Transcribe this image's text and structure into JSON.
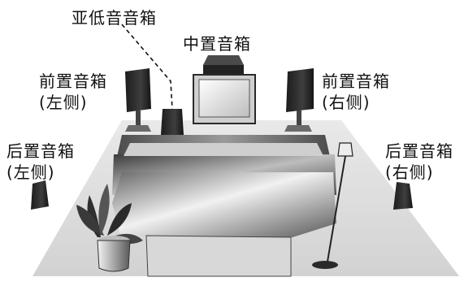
{
  "labels": {
    "subwoofer": "亚低音音箱",
    "center": "中置音箱",
    "front_left": "前置音箱",
    "front_left_side": "(左侧)",
    "front_right": "前置音箱",
    "front_right_side": "(右侧)",
    "rear_left": "后置音箱",
    "rear_left_side": "(左侧)",
    "rear_right": "后置音箱",
    "rear_right_side": "(右侧)"
  },
  "colors": {
    "floor": "#dadada",
    "speaker": "#2a2a2a",
    "furniture_light": "#e8e8e8",
    "furniture_dark": "#3a3a3a"
  }
}
